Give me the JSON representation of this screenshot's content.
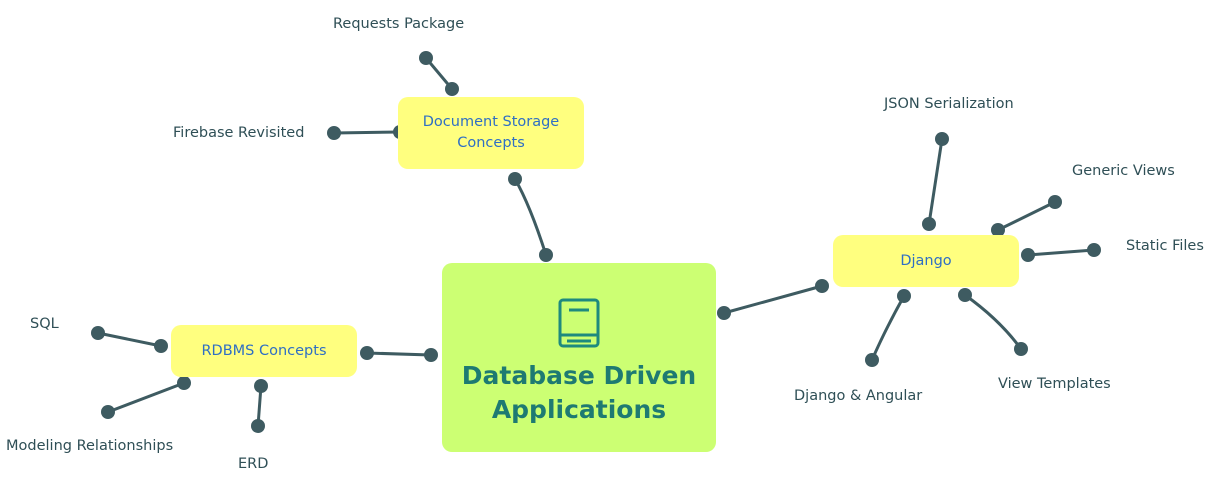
{
  "central": {
    "title_line1": "Database Driven",
    "title_line2": "Applications",
    "icon": "book-icon"
  },
  "topics": {
    "document_storage": {
      "line1": "Document Storage",
      "line2": "Concepts"
    },
    "rdbms": "RDBMS Concepts",
    "django": "Django"
  },
  "subtopics": {
    "requests_package": "Requests Package",
    "firebase_revisited": "Firebase Revisited",
    "sql": "SQL",
    "modeling_relationships": "Modeling Relationships",
    "erd": "ERD",
    "json_serialization": "JSON Serialization",
    "generic_views": "Generic Views",
    "static_files": "Static Files",
    "django_angular": "Django & Angular",
    "view_templates": "View Templates"
  },
  "colors": {
    "central_fill": "#ccff73",
    "central_text": "#1e7a72",
    "topic_fill": "#ffff7f",
    "topic_text": "#2f6fc4",
    "connector": "#3e5b61",
    "leaf_text": "#2f4f56"
  }
}
